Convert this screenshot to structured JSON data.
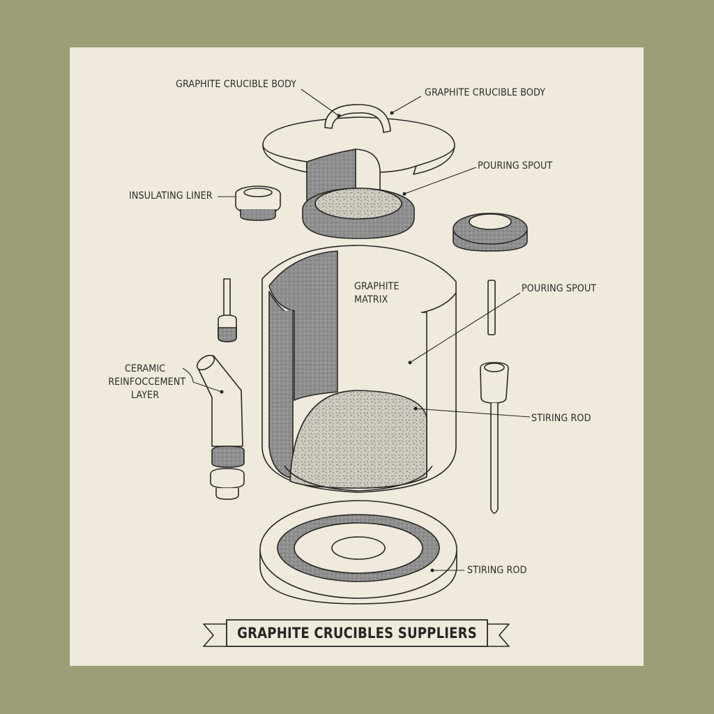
{
  "labels": {
    "lid_handle": "GRAPHITE CRUCIBLE BODY",
    "lid": "GRAPHITE CRUCIBLE BODY",
    "top_spout": "POURING SPOUT",
    "insulating_liner": "INSULATING LINER",
    "graphite_matrix": "GRAPHITE\nMATRIX",
    "side_spout": "POURING SPOUT",
    "ceramic_layer": "CERAMIC\nREINFOCCEMENT\nLAYER",
    "stirring_rod_mid": "STIRING ROD",
    "stirring_rod_base": "STIRING ROD"
  },
  "banner": {
    "title": "GRAPHITE CRUCIBLES SUPPLIERS"
  },
  "colors": {
    "frame": "#9c9e78",
    "paper": "#efeadb",
    "ink": "#262626",
    "graphite_fill": "#8f8f8f",
    "particle_fill": "#c9c7bd"
  }
}
